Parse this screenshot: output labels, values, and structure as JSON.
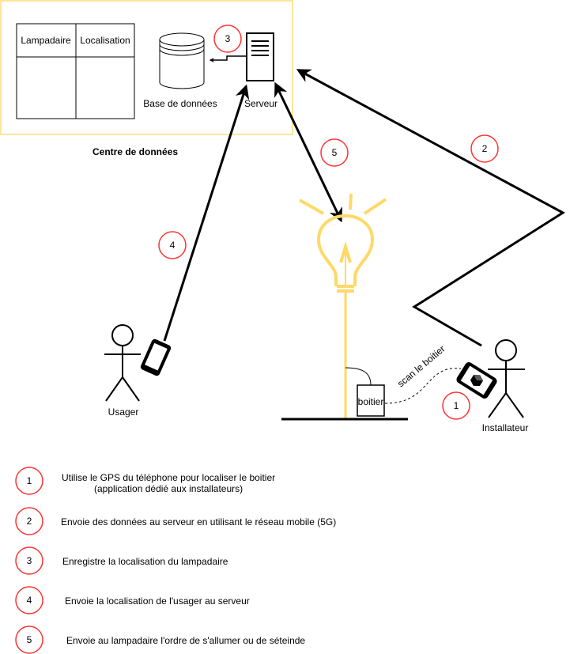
{
  "colors": {
    "datacenter_border": "#FFE599",
    "bulb": "#FFD966",
    "badge_circle": "#FF3333",
    "line": "#000000"
  },
  "datacenter": {
    "label": "Centre de données",
    "table": {
      "headers": [
        "Lampadaire",
        "Localisation"
      ]
    },
    "database_label": "Base de données",
    "server_label": "Serveur"
  },
  "actors": {
    "user_label": "Usager",
    "installer_label": "Installateur"
  },
  "device": {
    "box_label": "boitier",
    "scan_label": "scan le boitier"
  },
  "badges": {
    "b3": "3",
    "b5": "5",
    "b2": "2",
    "b4": "4",
    "b1": "1"
  },
  "legend": [
    {
      "num": "1",
      "text": "Utilise le GPS du téléphone pour localiser le boitier",
      "text2": "(application dédié aux installateurs)"
    },
    {
      "num": "2",
      "text": "Envoie des données au serveur en utilisant le réseau mobile (5G)"
    },
    {
      "num": "3",
      "text": "Enregistre la localisation du lampadaire"
    },
    {
      "num": "4",
      "text": "Envoie la localisation de l'usager au serveur"
    },
    {
      "num": "5",
      "text": "Envoie au lampadaire l'ordre de s'allumer ou de séteinde"
    }
  ],
  "icons": [
    "database-icon",
    "server-icon",
    "phone-icon",
    "lightbulb-icon",
    "stick-figure-icon",
    "arrow-icon"
  ]
}
